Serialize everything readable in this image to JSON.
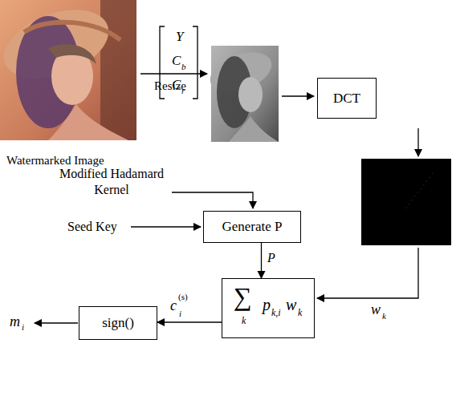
{
  "diagram": {
    "nodes": [
      {
        "text": [
          "DCT"
        ]
      },
      {
        "text": [
          "Generate P"
        ]
      },
      {
        "text": [
          "∑",
          "k",
          "p",
          "k,i",
          "w",
          "k"
        ]
      },
      {
        "text": [
          "sign()"
        ]
      }
    ],
    "edges": [
      {
        "from": 1,
        "to": 2,
        "arrow": "to",
        "label": "P"
      },
      {
        "from": 2,
        "to": 3,
        "arrow": "to",
        "label": "c"
      }
    ],
    "labels": [
      "Y",
      "C",
      "b",
      "C",
      "r",
      "Resize",
      "Watermarked Image",
      "Modified Hadamard Kernel",
      "Seed Key",
      "i",
      "(s)",
      "w",
      "k",
      "m",
      "i"
    ]
  }
}
